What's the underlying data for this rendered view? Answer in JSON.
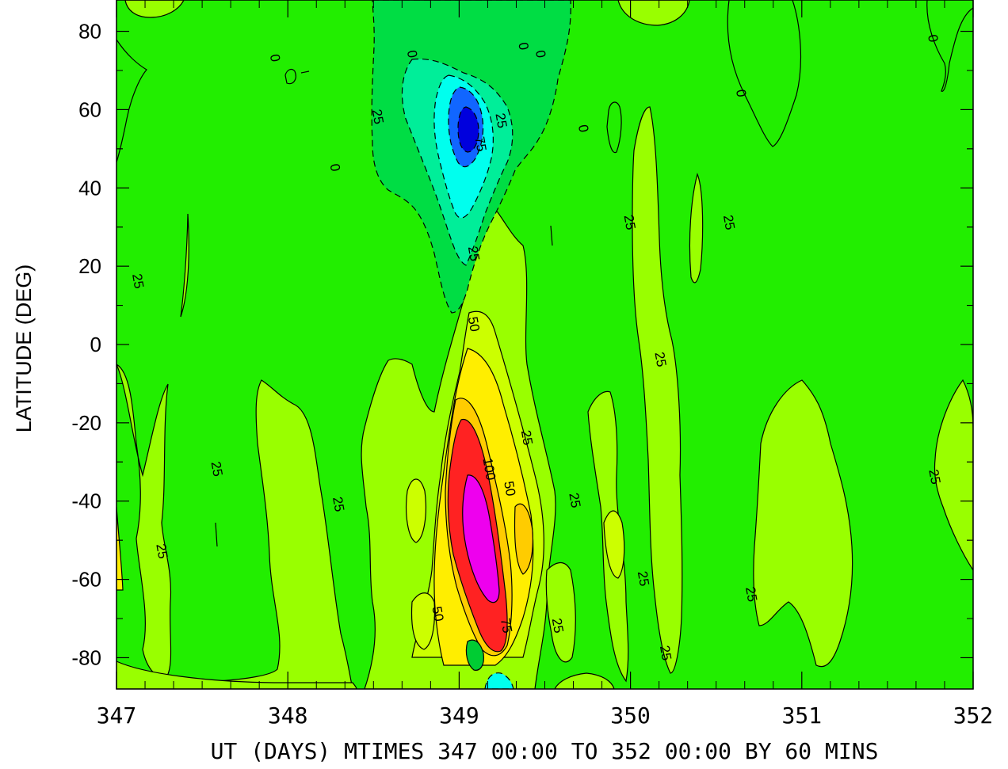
{
  "chart_data": {
    "type": "contour",
    "xlabel": "UT (DAYS) MTIMES 347 00:00 TO 352 00:00 BY   60 MINS",
    "ylabel": "LATITUDE (DEG)",
    "xlim": [
      347,
      352
    ],
    "ylim": [
      -88,
      88
    ],
    "x_ticks": [
      347,
      348,
      349,
      350,
      351,
      352
    ],
    "x_tick_labels": [
      "347",
      "348",
      "349",
      "350",
      "351",
      "352"
    ],
    "y_ticks": [
      -80,
      -60,
      -40,
      -20,
      0,
      20,
      40,
      60,
      80
    ],
    "y_tick_labels": [
      "-80",
      "-60",
      "-40",
      "-20",
      "0",
      "20",
      "40",
      "60",
      "80"
    ],
    "contour_interval": 12.5,
    "negative_contours": "dashed",
    "colors": {
      "background": "#22ee00",
      "level_0_to_25": "#99ff00",
      "level_25_to_50": "#ccff00",
      "level_50_to_75": "#ffee00",
      "level_75_to_100": "#ffcc00",
      "level_100_to_125": "#ff2222",
      "level_125_plus": "#ee00ee",
      "negative_1": "#00dd44",
      "negative_2": "#00ee99",
      "negative_3": "#00ffee",
      "negative_4": "#1166ff",
      "negative_5": "#0000dd"
    },
    "contour_labels": [
      {
        "text": "0",
        "x": 347.9,
        "y": 73
      },
      {
        "text": "0",
        "x": 348.7,
        "y": 74
      },
      {
        "text": "0",
        "x": 348.25,
        "y": 45
      },
      {
        "text": "25",
        "x": 348.5,
        "y": 58
      },
      {
        "text": "75",
        "x": 349.1,
        "y": 51
      },
      {
        "text": "25",
        "x": 349.22,
        "y": 57
      },
      {
        "text": "0",
        "x": 349.35,
        "y": 76
      },
      {
        "text": "0",
        "x": 349.45,
        "y": 74
      },
      {
        "text": "0",
        "x": 349.7,
        "y": 55
      },
      {
        "text": "0",
        "x": 350.62,
        "y": 64
      },
      {
        "text": "0",
        "x": 351.74,
        "y": 78
      },
      {
        "text": "25",
        "x": 347.1,
        "y": 16
      },
      {
        "text": "25",
        "x": 349.06,
        "y": 23
      },
      {
        "text": "25",
        "x": 349.97,
        "y": 31
      },
      {
        "text": "25",
        "x": 350.55,
        "y": 31
      },
      {
        "text": "50",
        "x": 349.06,
        "y": 5
      },
      {
        "text": "25",
        "x": 350.15,
        "y": -4
      },
      {
        "text": "25",
        "x": 349.37,
        "y": -24
      },
      {
        "text": "25",
        "x": 347.56,
        "y": -32
      },
      {
        "text": "100",
        "x": 349.15,
        "y": -32
      },
      {
        "text": "50",
        "x": 349.27,
        "y": -37
      },
      {
        "text": "25",
        "x": 348.27,
        "y": -41
      },
      {
        "text": "25",
        "x": 349.65,
        "y": -40
      },
      {
        "text": "25",
        "x": 351.75,
        "y": -34
      },
      {
        "text": "25",
        "x": 347.24,
        "y": -53
      },
      {
        "text": "25",
        "x": 350.05,
        "y": -60
      },
      {
        "text": "25",
        "x": 350.68,
        "y": -64
      },
      {
        "text": "50",
        "x": 348.85,
        "y": -69
      },
      {
        "text": "75",
        "x": 349.25,
        "y": -72
      },
      {
        "text": "25",
        "x": 349.55,
        "y": -72
      },
      {
        "text": "25",
        "x": 350.18,
        "y": -79
      }
    ]
  }
}
